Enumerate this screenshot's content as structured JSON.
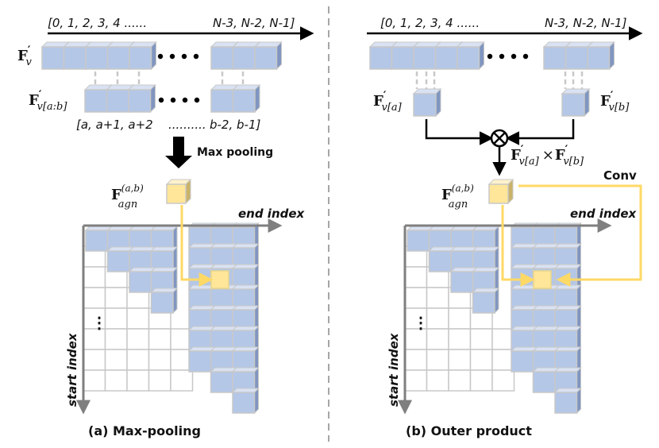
{
  "panel_a": {
    "caption": "(a) Max-pooling",
    "index_label": "[0,  1,  2,  3,  4 ......",
    "index_label_end": "N-3, N-2, N-1]",
    "feature_label": "F",
    "feature_prime": "′",
    "feature_sub": "v",
    "slice_label": "F",
    "slice_sub": "v[a:b]",
    "slice_index_label": "[a, a+1, a+2",
    "slice_index_dots": "..........",
    "slice_index_end": "b-2, b-1]",
    "op_label": "Max pooling",
    "agn_label": "F",
    "agn_sub": "agn",
    "agn_sup": "(a,b)",
    "end_index": "end index",
    "start_index": "start index",
    "ellipsis": "⋮"
  },
  "panel_b": {
    "caption": "(b) Outer product",
    "index_label": "[0,  1,  2,  3,  4 ......",
    "index_label_end": "N-3, N-2, N-1]",
    "fa_label": "F",
    "fa_sub": "v[a]",
    "fb_label": "F",
    "fb_sub": "v[b]",
    "prod_left": "F",
    "prod_left_sub": "v[a]",
    "prod_times": "×",
    "prod_right": "F",
    "prod_right_sub": "v[b]",
    "otimes": "⊗",
    "agn_label": "F",
    "agn_sub": "agn",
    "agn_sup": "(a,b)",
    "conv_label": "Conv",
    "end_index": "end index",
    "start_index": "start index",
    "ellipsis": "⋮"
  },
  "colors": {
    "cell_fill": "#b4c7e7",
    "cell_side": "#8096c0",
    "cell_top": "#d9e2f3",
    "empty_cell": "#c8c8c8",
    "highlight": "#ffe699",
    "highlight_side": "#c9b36a",
    "arrow_yellow": "#ffd966",
    "axis_gray": "#7f7f7f",
    "divider": "#a6a6a6"
  }
}
